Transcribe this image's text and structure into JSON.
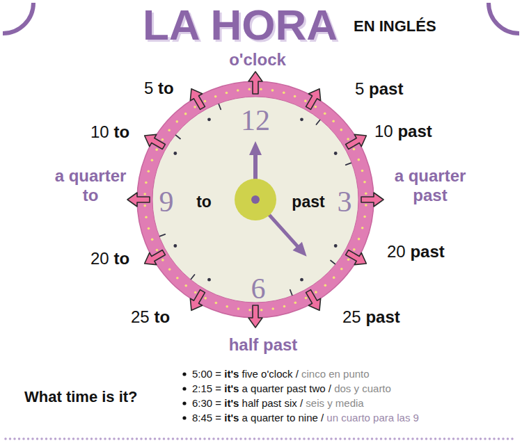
{
  "diagram": {
    "title": "LA HORA",
    "nodes": [
      {
        "text": [
          "12",
          "9",
          "to",
          "past",
          "3",
          "6"
        ]
      }
    ],
    "labels": [
      "EN INGLÉS",
      "o'clock",
      "5",
      "past",
      "10",
      "past",
      "a quarter past",
      "20",
      "past",
      "25",
      "past",
      "half past",
      "25",
      "to",
      "20",
      "to",
      "a quarter to",
      "10",
      "to",
      "5",
      "to",
      "What time is it?",
      "5:00 =",
      "it's",
      "five o'clock /",
      "cinco en punto",
      "2:15 =",
      "it's",
      "a quarter past two /",
      "dos y cuarto",
      "6:30 =",
      "it's",
      "half past six /",
      "seis y media",
      "8:45 =",
      "it's",
      "a quarter to nine /",
      "un cuarto para las 9"
    ]
  }
}
